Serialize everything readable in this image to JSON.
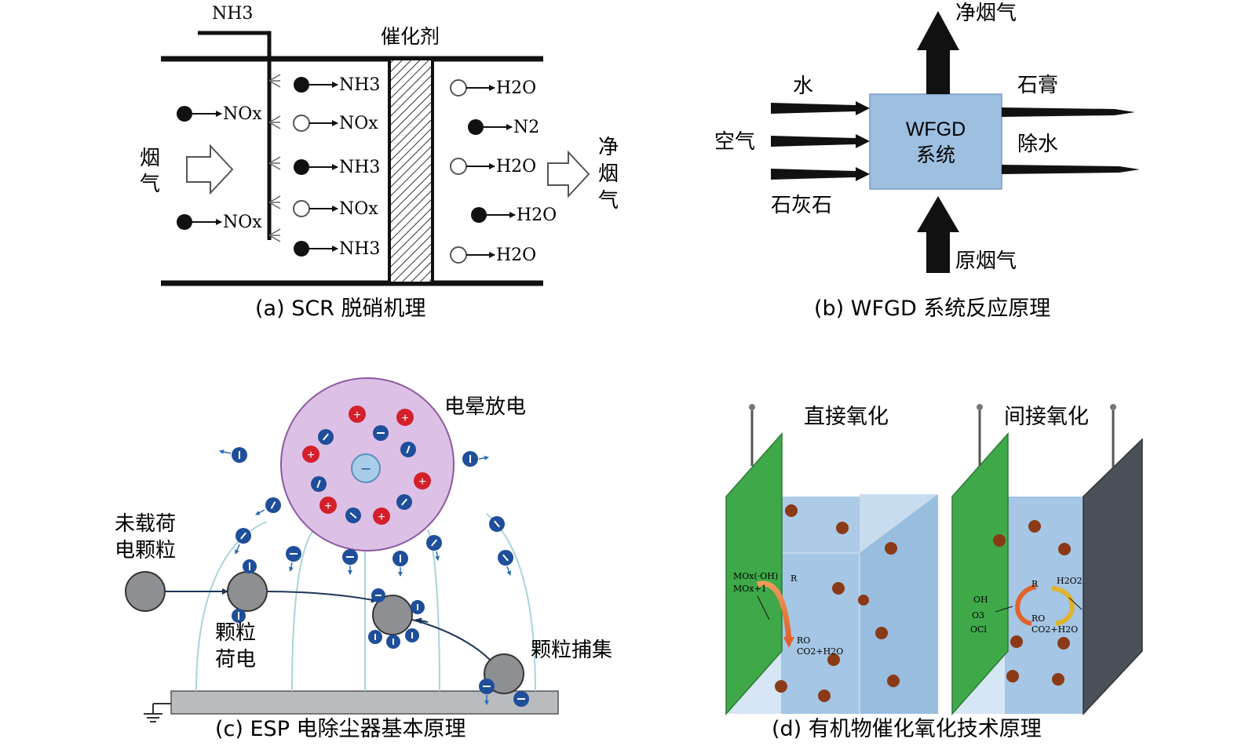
{
  "panel_a": {
    "nh3_inlet": "NH3",
    "catalyst_label": "催化剂",
    "inlet_gas_chars": [
      "烟",
      "气"
    ],
    "outlet_gas_chars": [
      "净",
      "烟",
      "气"
    ],
    "left_species": [
      "NOx",
      "NOx"
    ],
    "mid_species": [
      "NH3",
      "NOx",
      "NH3",
      "NOx",
      "NH3"
    ],
    "right_species": [
      "H2O",
      "N2",
      "H2O",
      "H2O",
      "H2O"
    ],
    "caption": "(a) SCR 脱硝机理"
  },
  "panel_b": {
    "box_line1": "WFGD",
    "box_line2": "系统",
    "top_output": "净烟气",
    "bottom_input": "原烟气",
    "inputs": [
      "水",
      "空气",
      "石灰石"
    ],
    "outputs": [
      "石膏",
      "除水"
    ],
    "caption": "(b) WFGD 系统反应原理"
  },
  "panel_c": {
    "corona_label": "电晕放电",
    "uncharged_label_l1": "未载荷",
    "uncharged_label_l2": "电颗粒",
    "charging_label_l1": "颗粒",
    "charging_label_l2": "荷电",
    "capture_label": "颗粒捕集",
    "caption": "(c) ESP 电除尘器基本原理"
  },
  "panel_d": {
    "direct_label": "直接氧化",
    "indirect_label": "间接氧化",
    "direct_mox": "MOx(·OH)",
    "direct_mox1": "MOx+1",
    "direct_r": "R",
    "direct_ro": "RO",
    "direct_co2": "CO2+H2O",
    "ind_oh": "OH",
    "ind_o3": "O3",
    "ind_ocl": "OCl",
    "ind_r": "R",
    "ind_h2o2": "H2O2",
    "ind_ro": "RO",
    "ind_co2": "CO2+H2O",
    "caption": "(d) 有机物催化氧化技术原理"
  },
  "colors": {
    "plate_green": "#3fa94a",
    "plate_dark": "#4a5058",
    "liquid_blue": "#9cc3e6",
    "box_blue": "#9dbfe0",
    "corona_purple": "#dcc0e6",
    "ion_blue": "#1f4e9a",
    "ion_red": "#d3202b",
    "particle_gray": "#8d8f92"
  }
}
